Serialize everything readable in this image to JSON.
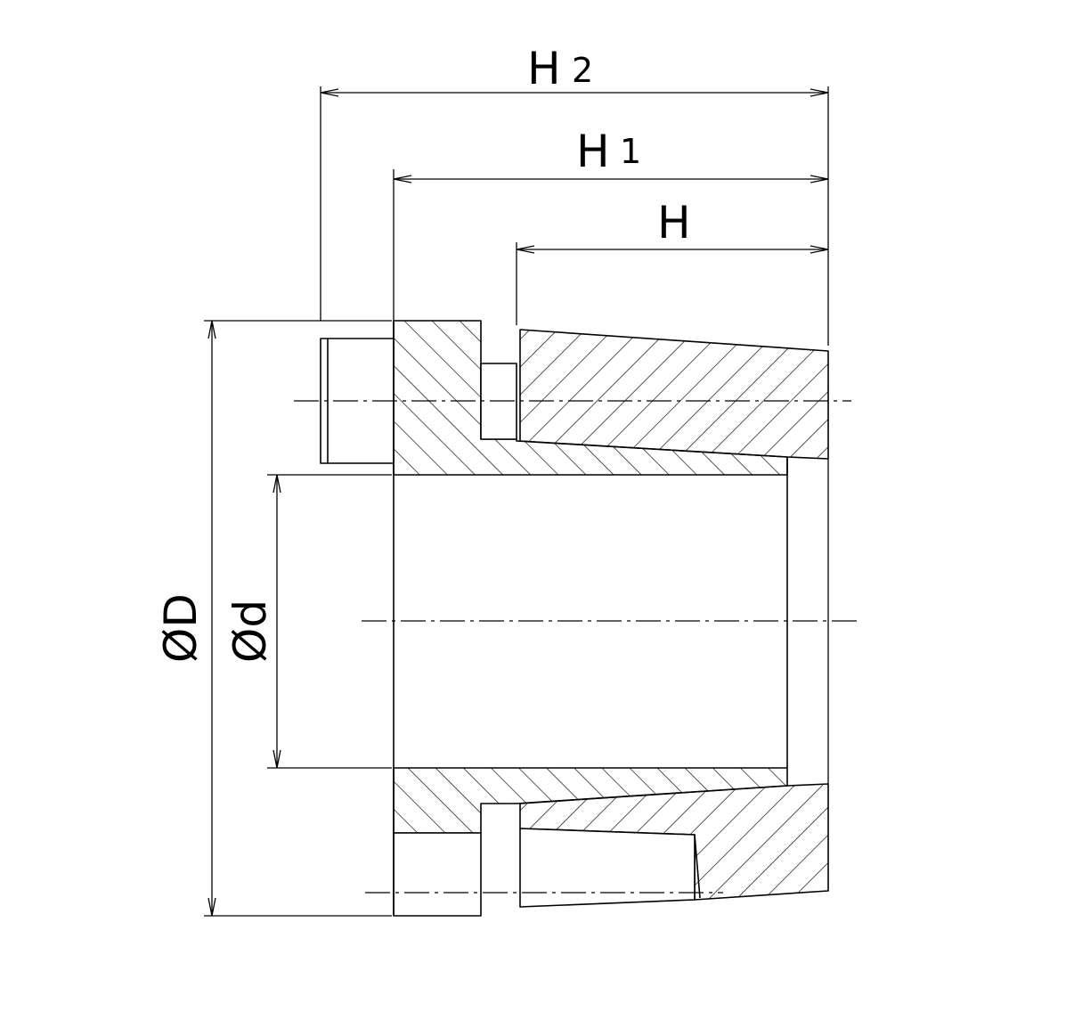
{
  "labels": {
    "h2_main": "H",
    "h2_sub": "2",
    "h1_main": "H",
    "h1_sub": "1",
    "h": "H",
    "outer_diameter": "ØD",
    "inner_diameter": "Ød"
  },
  "colors": {
    "stroke": "#000000",
    "background": "#ffffff"
  }
}
